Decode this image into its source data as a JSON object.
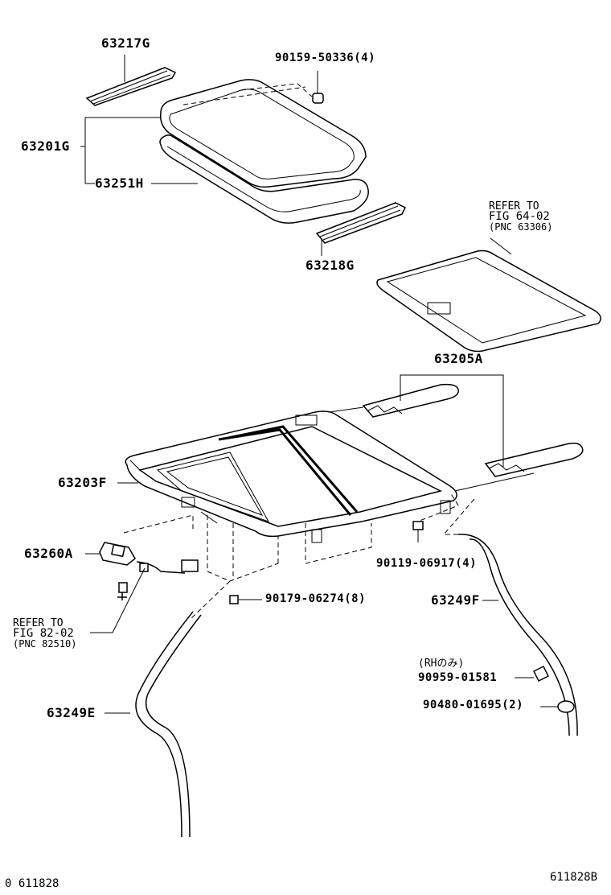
{
  "parts": {
    "p63217G": "63217G",
    "p90159": "90159-50336(4)",
    "p63201G": "63201G",
    "p63251H": "63251H",
    "p63218G": "63218G",
    "p63205A": "63205A",
    "p63203F": "63203F",
    "p63260A": "63260A",
    "p90119": "90119-06917(4)",
    "p90179": "90179-06274(8)",
    "p63249F": "63249F",
    "p90959": "90959-01581",
    "p90480": "90480-01695(2)",
    "p63249E": "63249E"
  },
  "refs": {
    "ref1": {
      "line1": "REFER TO",
      "line2": "FIG 64-02",
      "line3": "(PNC 63306)"
    },
    "ref2": {
      "line1": "REFER TO",
      "line2": "FIG 82-02",
      "line3": "(PNC 82510)"
    },
    "rh_note": "(RHのみ)"
  },
  "footer": {
    "left_code": "0 611828",
    "right_code": "611828B"
  }
}
